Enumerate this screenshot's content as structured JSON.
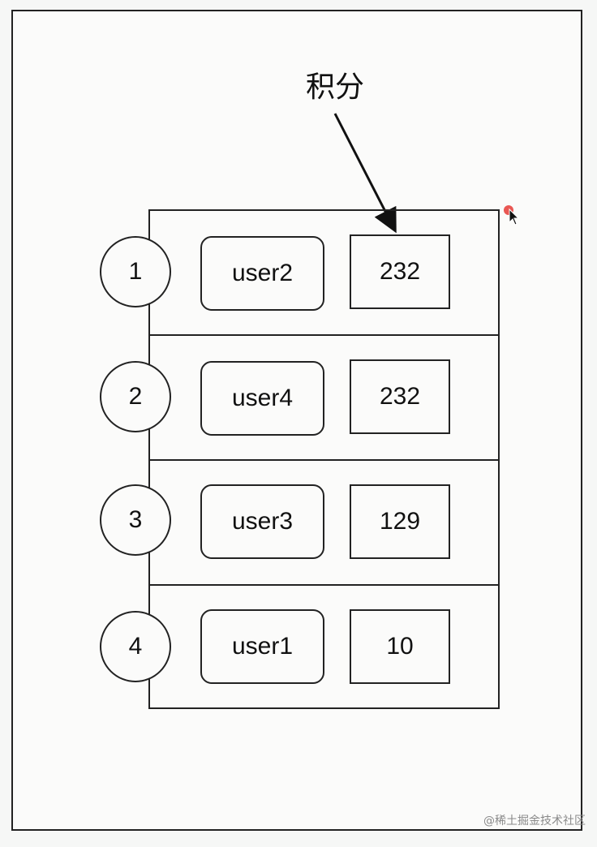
{
  "annotation": {
    "label": "积分"
  },
  "ranking": {
    "rows": [
      {
        "rank": "1",
        "member": "user2",
        "score": "232"
      },
      {
        "rank": "2",
        "member": "user4",
        "score": "232"
      },
      {
        "rank": "3",
        "member": "user3",
        "score": "129"
      },
      {
        "rank": "4",
        "member": "user1",
        "score": "10"
      }
    ]
  },
  "footer": {
    "watermark": "@稀土掘金技术社区"
  },
  "colors": {
    "stroke": "#222222",
    "background": "#fbfbfa",
    "cursor_dot": "#e53935"
  }
}
